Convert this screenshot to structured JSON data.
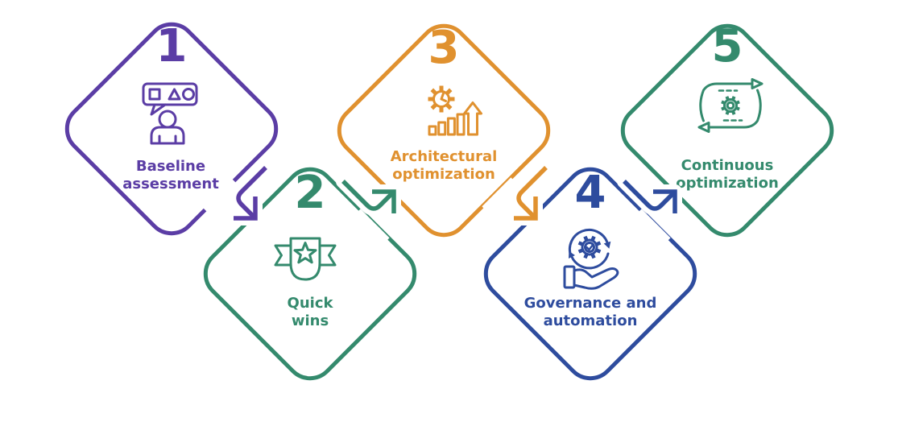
{
  "diagram": {
    "type": "process-flow",
    "background_color": "#ffffff",
    "steps": [
      {
        "number": "1",
        "label_lines": [
          "Baseline",
          "assessment"
        ],
        "color": "#5b3da5",
        "icon": "feedback-shapes-person-icon"
      },
      {
        "number": "2",
        "label_lines": [
          "Quick",
          "wins"
        ],
        "color": "#348a6d",
        "icon": "star-badge-ribbon-icon"
      },
      {
        "number": "3",
        "label_lines": [
          "Architectural",
          "optimization"
        ],
        "color": "#e0912f",
        "icon": "gear-clock-growth-chart-icon"
      },
      {
        "number": "4",
        "label_lines": [
          "Governance and",
          "automation"
        ],
        "color": "#2e4c9e",
        "icon": "hand-holding-gear-cycle-icon"
      },
      {
        "number": "5",
        "label_lines": [
          "Continuous",
          "optimization"
        ],
        "color": "#348a6d",
        "icon": "continuous-loop-gear-icon"
      }
    ],
    "arrows": [
      {
        "from": "1",
        "to": "2",
        "color": "#5b3da5",
        "direction": "down-right"
      },
      {
        "from": "2",
        "to": "3",
        "color": "#348a6d",
        "direction": "up-right"
      },
      {
        "from": "3",
        "to": "4",
        "color": "#e0912f",
        "direction": "down-right"
      },
      {
        "from": "4",
        "to": "5",
        "color": "#2e4c9e",
        "direction": "up-right"
      }
    ]
  }
}
